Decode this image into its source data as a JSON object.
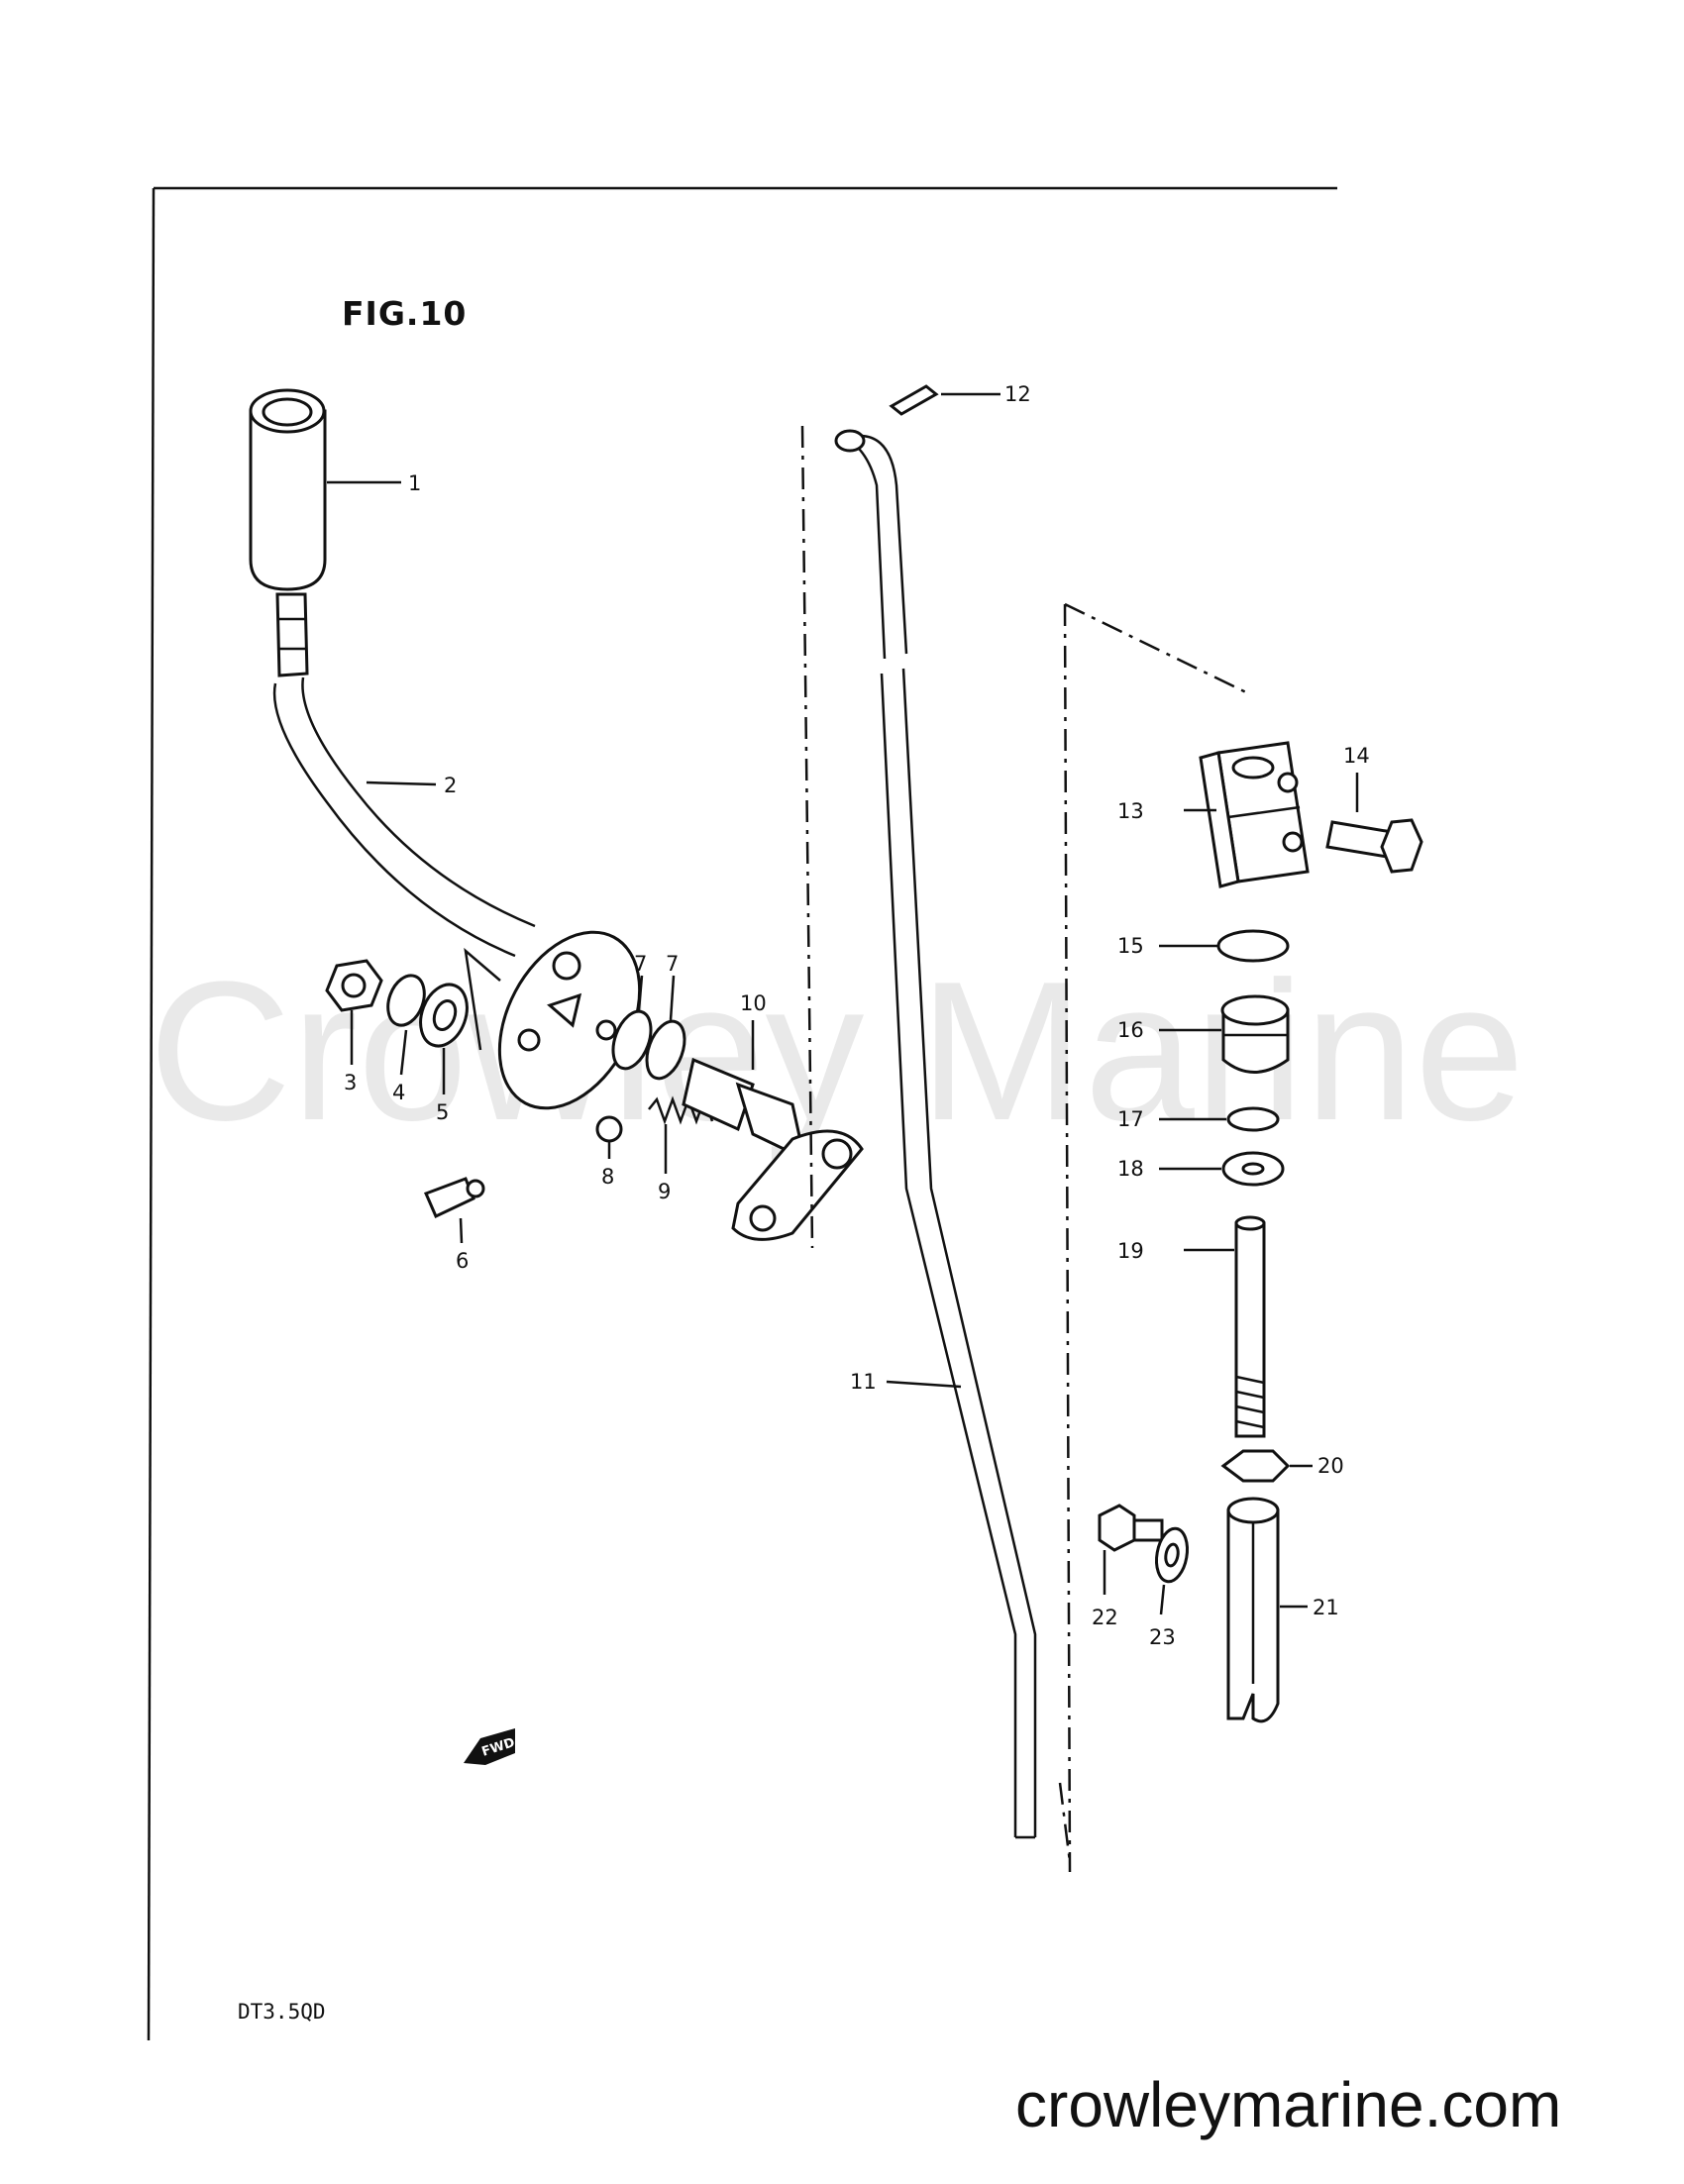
{
  "figure_title": "FIG.10",
  "model_code": "DT3.5QD",
  "watermark": "Crowley Marine",
  "website": "crowleymarine.com",
  "fwd_marker": "FWD",
  "callouts": [
    {
      "id": "p1",
      "num": "1"
    },
    {
      "id": "p2",
      "num": "2"
    },
    {
      "id": "p3",
      "num": "3"
    },
    {
      "id": "p4",
      "num": "4"
    },
    {
      "id": "p5",
      "num": "5"
    },
    {
      "id": "p6",
      "num": "6"
    },
    {
      "id": "p7a",
      "num": "7"
    },
    {
      "id": "p7b",
      "num": "7"
    },
    {
      "id": "p8",
      "num": "8"
    },
    {
      "id": "p9",
      "num": "9"
    },
    {
      "id": "p10",
      "num": "10"
    },
    {
      "id": "p11",
      "num": "11"
    },
    {
      "id": "p12",
      "num": "12"
    },
    {
      "id": "p13",
      "num": "13"
    },
    {
      "id": "p14",
      "num": "14"
    },
    {
      "id": "p15",
      "num": "15"
    },
    {
      "id": "p16",
      "num": "16"
    },
    {
      "id": "p17",
      "num": "17"
    },
    {
      "id": "p18",
      "num": "18"
    },
    {
      "id": "p19",
      "num": "19"
    },
    {
      "id": "p20",
      "num": "20"
    },
    {
      "id": "p21",
      "num": "21"
    },
    {
      "id": "p22",
      "num": "22"
    },
    {
      "id": "p23",
      "num": "23"
    }
  ]
}
